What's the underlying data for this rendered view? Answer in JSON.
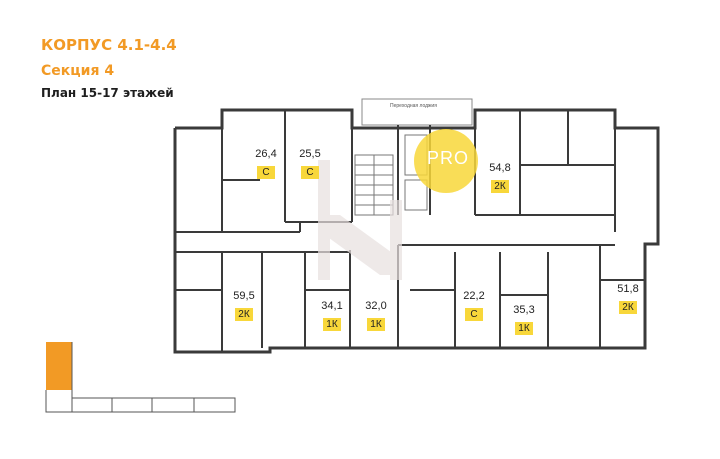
{
  "header": {
    "corpus": "КОРПУС 4.1-4.4",
    "section": "Секция 4",
    "plan": "План 15-17 этажей"
  },
  "entrance_label": "Переходная лоджия",
  "watermark": "PRO",
  "apartments": [
    {
      "area": "26,4",
      "type": "С"
    },
    {
      "area": "25,5",
      "type": "С"
    },
    {
      "area": "54,8",
      "type": "2К"
    },
    {
      "area": "59,5",
      "type": "2К"
    },
    {
      "area": "34,1",
      "type": "1К"
    },
    {
      "area": "32,0",
      "type": "1К"
    },
    {
      "area": "22,2",
      "type": "С"
    },
    {
      "area": "35,3",
      "type": "1К"
    },
    {
      "area": "51,8",
      "type": "2К"
    }
  ],
  "colors": {
    "accent": "#F29A25",
    "badge": "#F8D73A",
    "walls": "#3a3a3a",
    "minimap_highlight": "#F29A25"
  }
}
